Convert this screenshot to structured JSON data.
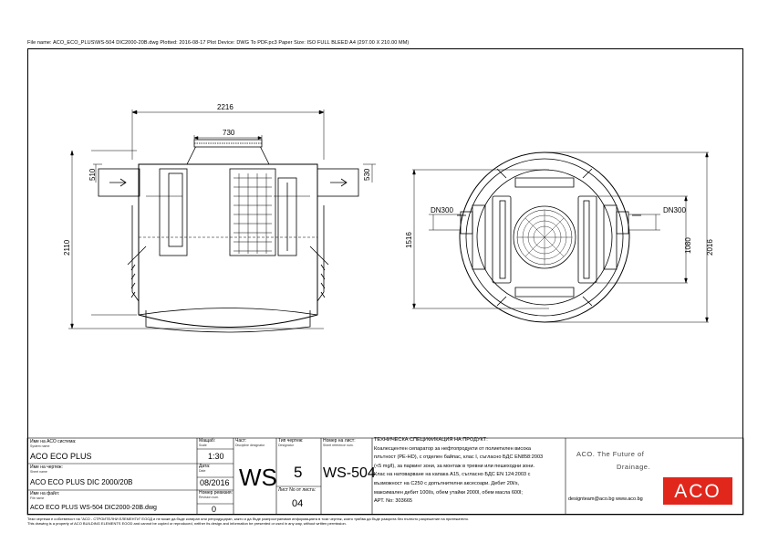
{
  "header_line": "File name: ACO_ECO_PLUS\\WS-504 DIC2000-20B.dwg   Plotted: 2016-08-17   Plot Device: DWG To PDF.pc3   Paper Size: ISO FULL BLEED A4 (297.00 X 210.00 MM)",
  "dimensions": {
    "side_width": "2216",
    "cover_width": "730",
    "inlet_height": "510",
    "outlet_height": "530",
    "total_height": "2110",
    "plan_diameter": "2016",
    "inner_1516": "1516",
    "inner_1080": "1080",
    "dn_left": "DN300",
    "dn_right": "DN300"
  },
  "title_block": {
    "system_label": "Име на АСО система:",
    "system_label_en": "System name",
    "system_value": "ACO ECO PLUS",
    "sheet_label": "Име на чертеж:",
    "sheet_label_en": "Sheet name",
    "sheet_value": "ACO ECO PLUS DIC 2000/20B",
    "file_label": "Име на файл:",
    "file_label_en": "File name",
    "file_value": "ACO ECO PLUS WS-504 DIC2000-20B.dwg",
    "scale_label": "Мащаб:",
    "scale_label_en": "Scale",
    "scale_value": "1:30",
    "date_label": "Дата:",
    "date_label_en": "Date",
    "date_value": "08/2016",
    "revision_label": "Номер ревизия:",
    "revision_label_en": "Revision num.",
    "revision_value": "0",
    "part_label": "Част:",
    "part_label_en": "Discipline designator",
    "part_value": "WS",
    "type_label": "Тип чертеж:",
    "type_label_en": "Designator",
    "type_value": "5",
    "sheets_label": "Лист No от листа:",
    "sheets_value": "04",
    "number_label": "Номер на лист:",
    "number_label_en": "Sheet reference num.",
    "number_value": "WS-504",
    "spec_lines": [
      "ТЕХНИЧЕСКА СПЕЦИФИКАЦИЯ НА ПРОДУКТ:",
      "Коалесцентен сепаратор за нефтопродукти от полиетилен висока",
      "плътност (PE-HD), с отделен байпас, клас I, съгласно БДС EN858:2003",
      "(<5 mg/l), за паркинг зони, за монтаж в тревни или пешеходни зони.",
      "Клас на натоварване на капака А15, съгласно БДС EN 124:2003 с",
      "възможност на С250 с допълнителни аксесоари. Дебит 20l/s,",
      "максимален дебит 100l/s, обем утайки 2000l, обем масла 600l;",
      "АРТ. No: 303665"
    ],
    "tagline": "ACO. The Future of",
    "tagline2": "Drainage.",
    "contact": "designteam@aco.bg   www.aco.bg",
    "logo": "ACO"
  },
  "footer": {
    "line1": "Тези чертежи е собственост на \"АСО - СТРОИТЕЛНИ ЕЛЕМЕНТИ\" ЕООД и не може да бъде копиран или репродуциран, както и да бъде разпространяван информацията в този чертеж, която трябва да бъде разкрита без пълното разрешение на притежателя.",
    "line2": "This drawing is a property of ACO BUILDING ELEMENTS EOOD and cannot be copied or reproduced, neither its design and information be presented or used in any way, without written permission."
  }
}
